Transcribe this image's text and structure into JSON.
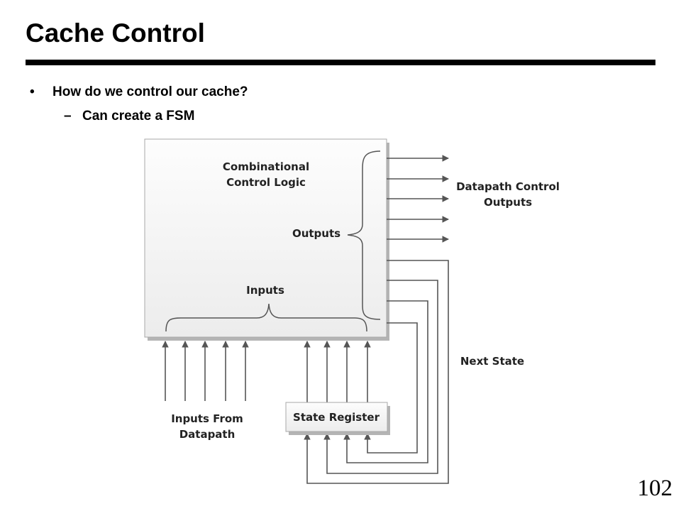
{
  "slide": {
    "title": "Cache Control",
    "bullets": [
      {
        "marker": "•",
        "text": "How do we control our cache?"
      },
      {
        "marker": "–",
        "text": "Can create a FSM"
      }
    ],
    "page_number": "102"
  },
  "diagram": {
    "logic_block": {
      "line1": "Combinational",
      "line2": "Control Logic"
    },
    "outputs_label": "Outputs",
    "inputs_label": "Inputs",
    "datapath_outputs": {
      "line1": "Datapath Control",
      "line2": "Outputs"
    },
    "next_state_label": "Next State",
    "inputs_from_datapath": {
      "line1": "Inputs From",
      "line2": "Datapath"
    },
    "state_register_label": "State Register"
  }
}
